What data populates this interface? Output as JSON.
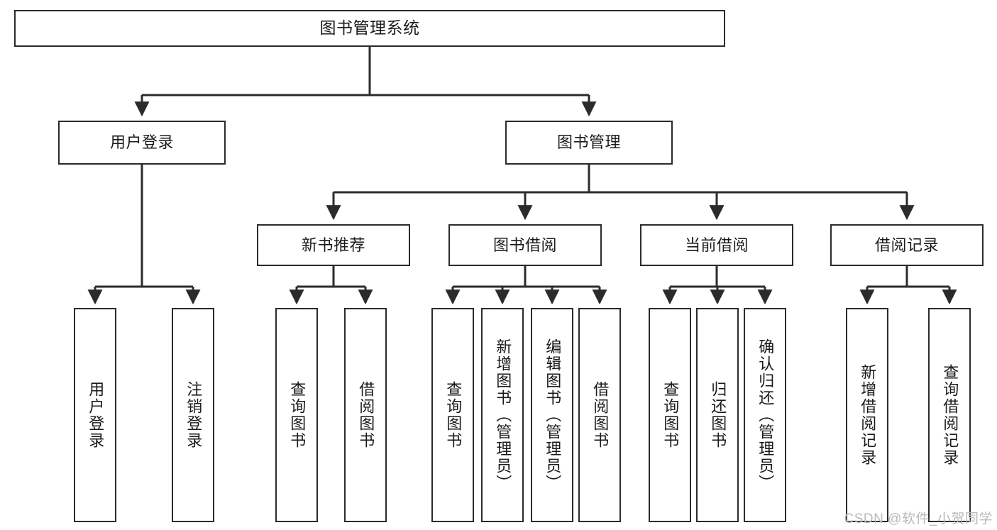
{
  "diagram": {
    "title": "图书管理系统",
    "style": {
      "box_border_color": "#2b2b2b",
      "box_fill_color": "#ffffff",
      "connector_color": "#2b2b2b",
      "text_color": "#1a1a1a",
      "background_color": "#ffffff",
      "watermark_color": "#b9b9b9"
    },
    "root": {
      "id": "root",
      "label": "图书管理系统"
    },
    "level2": [
      {
        "id": "user-login",
        "label": "用户登录"
      },
      {
        "id": "book-management",
        "label": "图书管理"
      }
    ],
    "level3": [
      {
        "id": "new-book-recommend",
        "label": "新书推荐"
      },
      {
        "id": "book-borrow",
        "label": "图书借阅"
      },
      {
        "id": "current-borrow",
        "label": "当前借阅"
      },
      {
        "id": "borrow-record",
        "label": "借阅记录"
      }
    ],
    "leaves": [
      {
        "id": "leaf-user-login",
        "label": "用户登录",
        "parent": "user-login"
      },
      {
        "id": "leaf-logout",
        "label": "注销登录",
        "parent": "user-login"
      },
      {
        "id": "leaf-query-book-1",
        "label": "查询图书",
        "parent": "new-book-recommend"
      },
      {
        "id": "leaf-borrow-book-1",
        "label": "借阅图书",
        "parent": "new-book-recommend"
      },
      {
        "id": "leaf-query-book-2",
        "label": "查询图书",
        "parent": "book-borrow"
      },
      {
        "id": "leaf-add-book",
        "label": "新增图书（管理员）",
        "parent": "book-borrow"
      },
      {
        "id": "leaf-edit-book",
        "label": "编辑图书（管理员）",
        "parent": "book-borrow"
      },
      {
        "id": "leaf-borrow-book-2",
        "label": "借阅图书",
        "parent": "book-borrow"
      },
      {
        "id": "leaf-query-book-3",
        "label": "查询图书",
        "parent": "current-borrow"
      },
      {
        "id": "leaf-return-book",
        "label": "归还图书",
        "parent": "current-borrow"
      },
      {
        "id": "leaf-confirm-return",
        "label": "确认归还（管理员）",
        "parent": "current-borrow"
      },
      {
        "id": "leaf-add-record",
        "label": "新增借阅记录",
        "parent": "borrow-record"
      },
      {
        "id": "leaf-query-record",
        "label": "查询借阅记录",
        "parent": "borrow-record"
      }
    ],
    "watermark": "CSDN @软件_小贺同学"
  }
}
